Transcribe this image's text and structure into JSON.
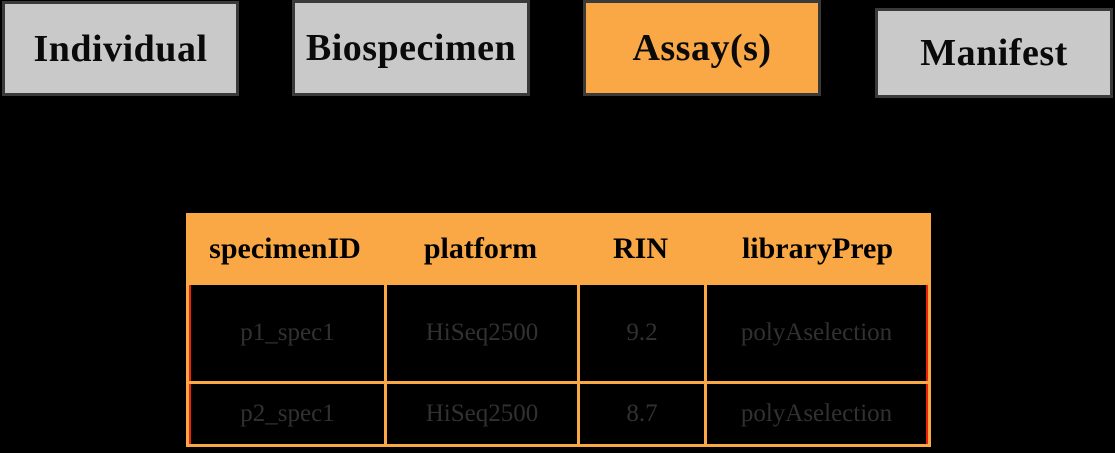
{
  "tabs": [
    {
      "label": "Individual",
      "active": false
    },
    {
      "label": "Biospecimen",
      "active": false
    },
    {
      "label": "Assay(s)",
      "active": true
    },
    {
      "label": "Manifest",
      "active": false
    }
  ],
  "table": {
    "columns": [
      "specimenID",
      "platform",
      "RIN",
      "libraryPrep"
    ],
    "rows": [
      [
        "p1_spec1",
        "HiSeq2500",
        "9.2",
        "polyAselection"
      ],
      [
        "p2_spec1",
        "HiSeq2500",
        "8.7",
        "polyAselection"
      ]
    ]
  },
  "colors": {
    "background": "#000000",
    "accent_orange": "#F9A845",
    "tab_gray": "#C9C9C9",
    "tab_border_dark": "#3A3A3A",
    "cell_border_red": "#E8220B",
    "cell_text_gray": "#333030",
    "header_text": "#000000"
  }
}
